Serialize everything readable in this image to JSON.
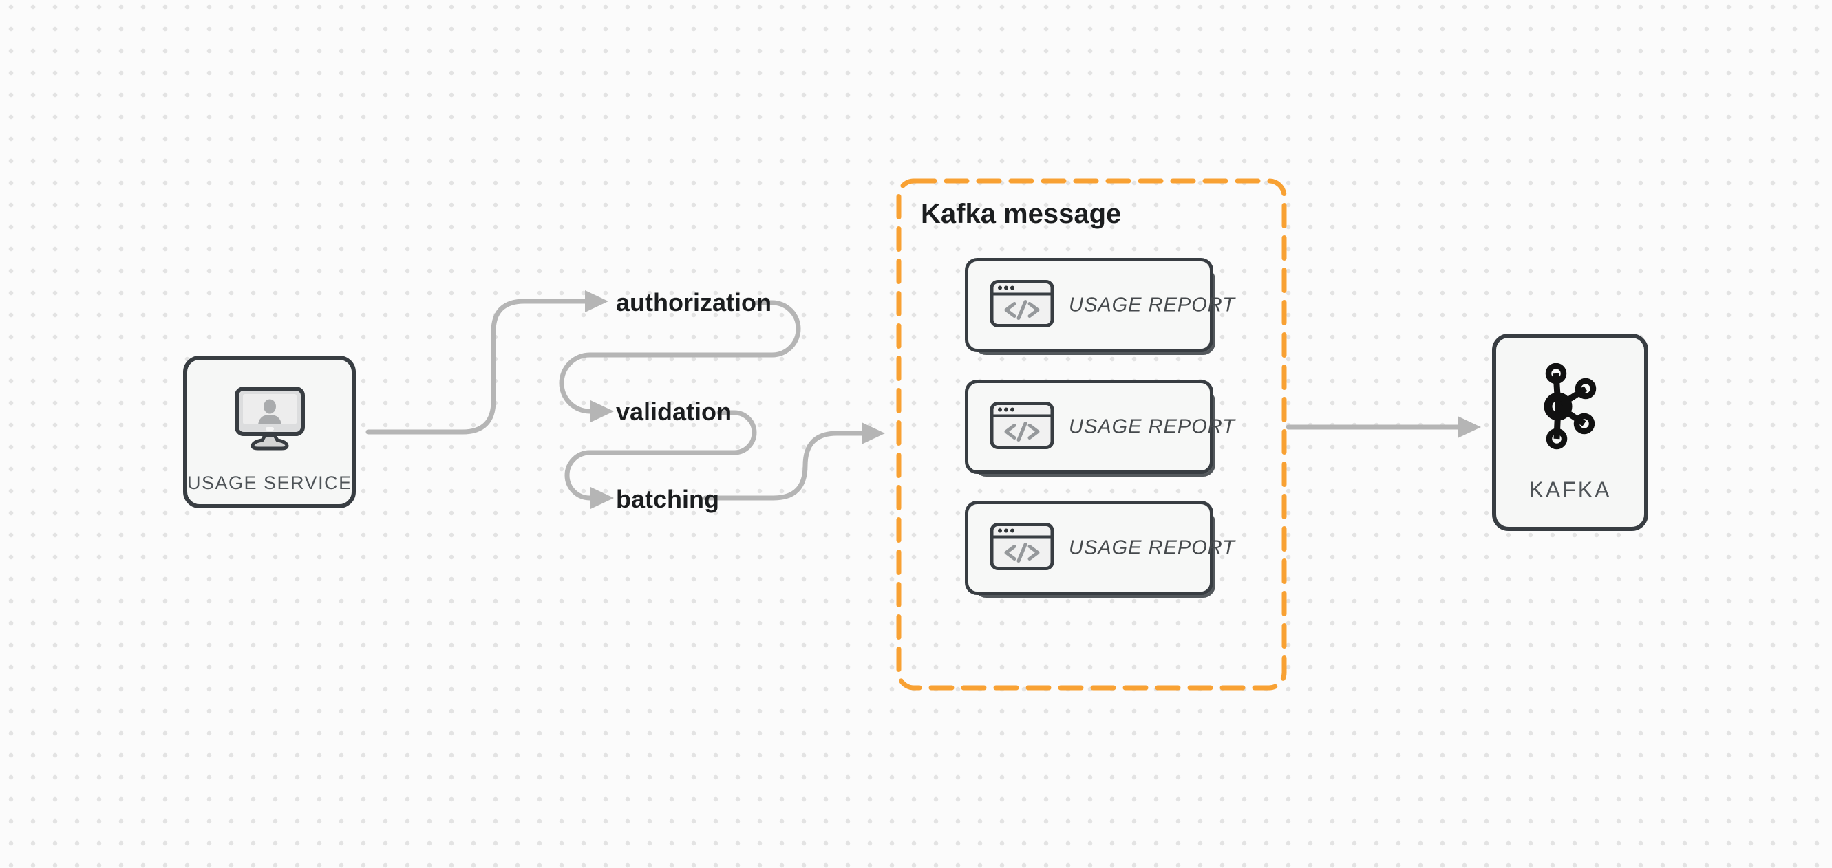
{
  "diagram": {
    "nodes": {
      "usage_service": {
        "label": "USAGE SERVICE",
        "icon": "monitor-user-icon"
      },
      "kafka": {
        "label": "KAFKA",
        "icon": "kafka-logo-icon"
      }
    },
    "flow": {
      "steps": [
        {
          "label": "authorization"
        },
        {
          "label": "validation"
        },
        {
          "label": "batching"
        }
      ]
    },
    "group": {
      "title": "Kafka message",
      "cards": [
        {
          "label": "USAGE REPORT",
          "icon": "code-window-icon"
        },
        {
          "label": "USAGE REPORT",
          "icon": "code-window-icon"
        },
        {
          "label": "USAGE REPORT",
          "icon": "code-window-icon"
        }
      ]
    },
    "colors": {
      "accent_orange": "#f8a133",
      "arrow_gray": "#b5b5b5",
      "shape_border": "#383d42",
      "shape_fill": "#f6f7f6",
      "text_dark": "#1b1d1f",
      "text_muted": "#4e5357",
      "canvas_bg": "#fbfbfb",
      "dot_grid": "#e3e3e3"
    }
  }
}
